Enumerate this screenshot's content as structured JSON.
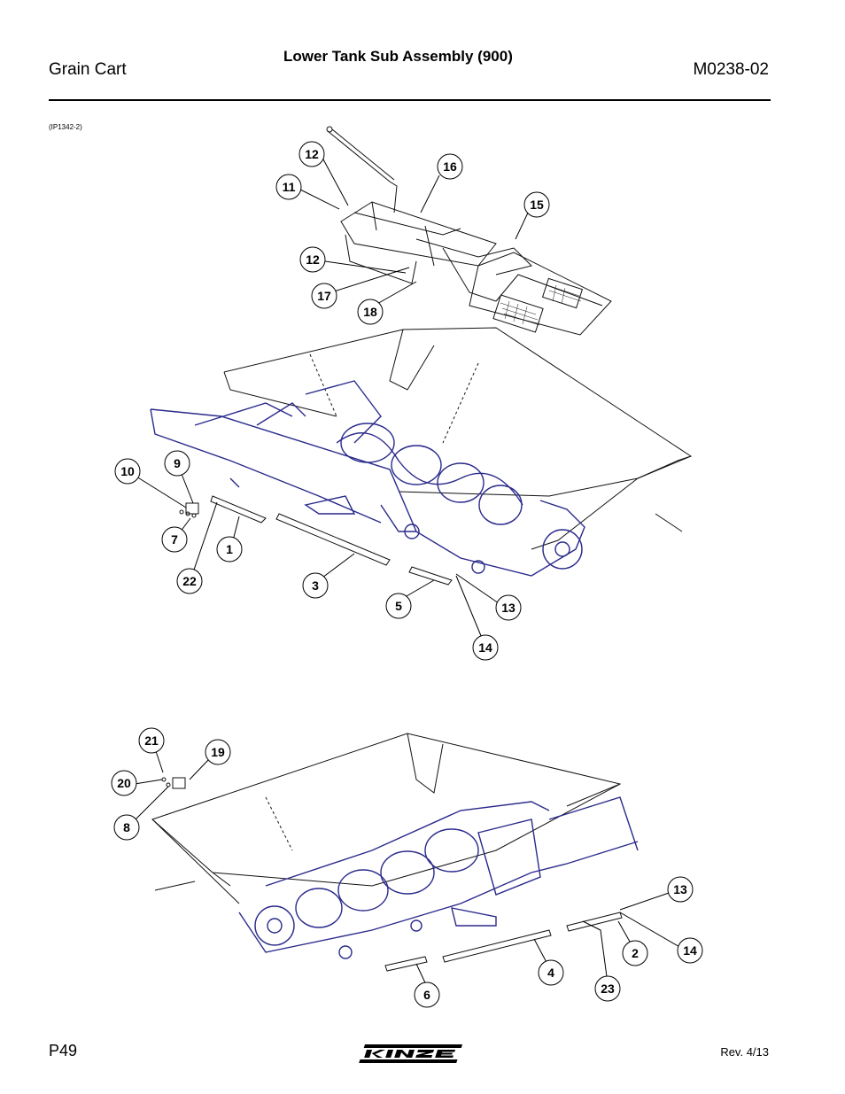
{
  "header": {
    "section": "Grain Cart",
    "title": "Lower Tank Sub Assembly (900)",
    "manual_number": "M0238-02"
  },
  "figure_ref": "(IP1342-2)",
  "footer": {
    "page": "P49",
    "revision": "Rev. 4/13",
    "logo_text": "KINZE"
  },
  "colors": {
    "line_art": "#2a2a8c",
    "outline": "#111111",
    "black": "#000000"
  },
  "callouts": [
    "12",
    "16",
    "11",
    "15",
    "12",
    "17",
    "18",
    "10",
    "9",
    "7",
    "1",
    "22",
    "3",
    "5",
    "13",
    "14",
    "21",
    "19",
    "20",
    "8",
    "13",
    "2",
    "14",
    "4",
    "23",
    "6"
  ]
}
